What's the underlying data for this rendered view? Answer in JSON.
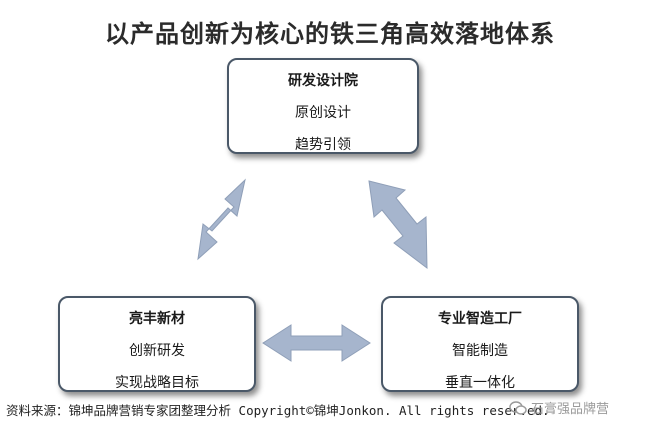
{
  "title": "以产品创新为核心的铁三角高效落地体系",
  "nodes": {
    "top": {
      "heading": "研发设计院",
      "lines": [
        "原创设计",
        "趋势引领"
      ]
    },
    "left": {
      "heading": "亮丰新材",
      "lines": [
        "创新研发",
        "实现战略目标"
      ]
    },
    "right": {
      "heading": "专业智造工厂",
      "lines": [
        "智能制造",
        "垂直一体化"
      ]
    }
  },
  "colors": {
    "arrow_fill": "#a6b5cd",
    "box_border": "#4a5868"
  },
  "footer": {
    "source": "资料来源：锦坤品牌营销专家团整理分析",
    "copyright": "Copyright©锦坤Jonkon. All rights reserved."
  },
  "watermark": {
    "icon": "wechat-icon",
    "text": "石膏强品牌营"
  }
}
